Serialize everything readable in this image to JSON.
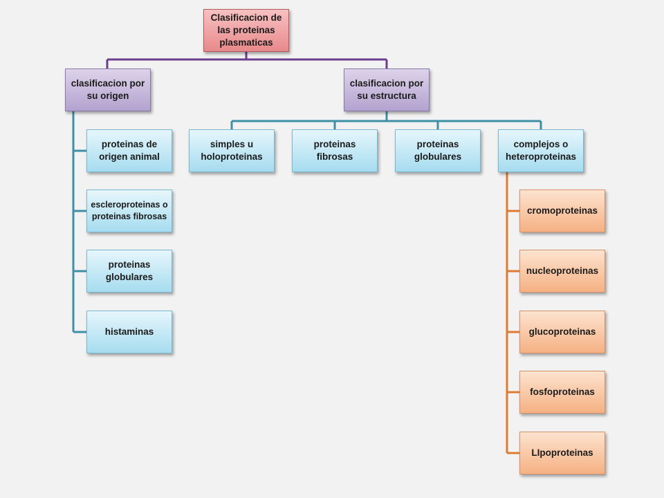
{
  "root": {
    "label": "Clasificacion  de las proteinas plasmaticas"
  },
  "origen": {
    "label": "clasificacion  por su origen",
    "children": [
      "proteinas de origen animal",
      "escleroproteinas o proteinas fibrosas",
      "proteinas globulares",
      "histaminas"
    ]
  },
  "estructura": {
    "label": "clasificacion  por su estructura",
    "children": [
      "simples u holoproteinas",
      "proteinas fibrosas",
      "proteinas globulares",
      "complejos o heteroproteinas"
    ]
  },
  "complejos": {
    "children": [
      "cromoproteinas",
      "nucleoproteinas",
      "glucoproteinas",
      "fosfoproteinas",
      "LIpoproteinas"
    ]
  },
  "colors": {
    "root_connector": "#6a3d8f",
    "blue_connector": "#3f8fa6",
    "orange_connector": "#e07a2f",
    "background": "#f2f2f2"
  }
}
